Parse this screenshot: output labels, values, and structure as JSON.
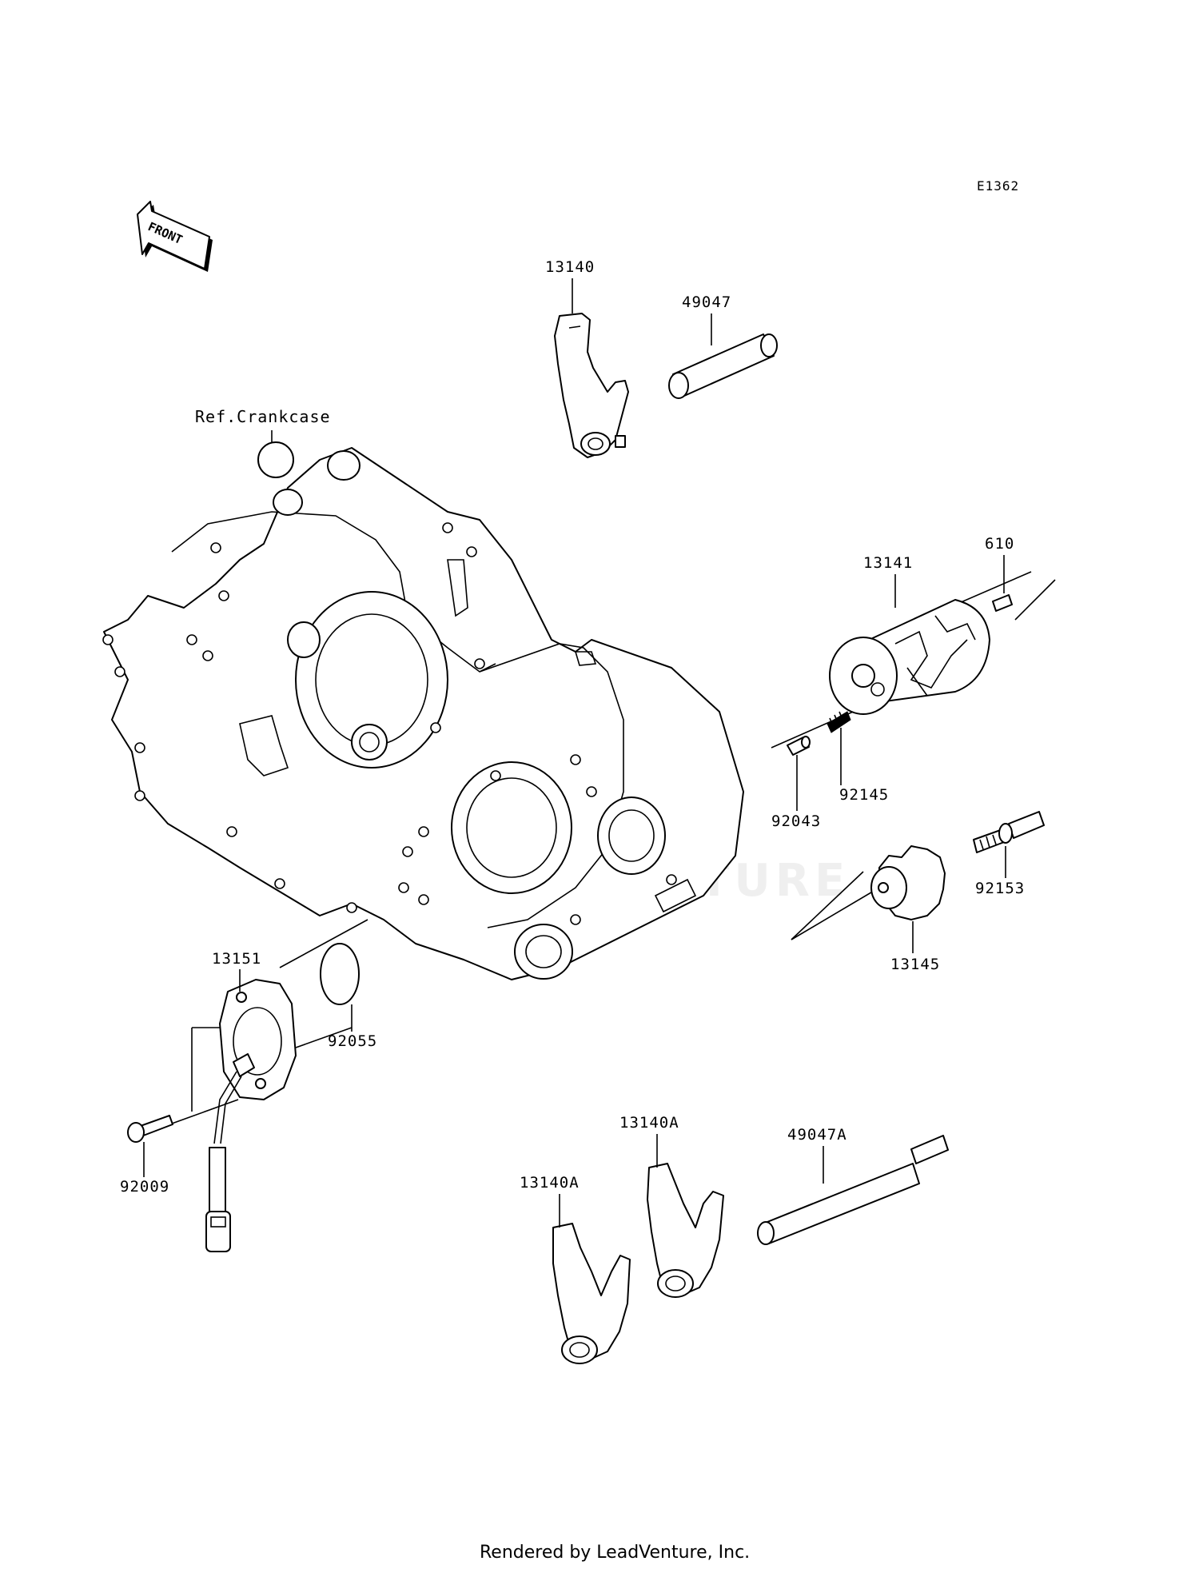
{
  "diagram_code": "E1362",
  "front_label": "FRONT",
  "reference_label": "Ref.Crankcase",
  "watermark": "LEADVENTURE",
  "footer": "Rendered by LeadVenture, Inc.",
  "parts": {
    "p13140": "13140",
    "p49047": "49047",
    "p13141": "13141",
    "p610": "610",
    "p92145": "92145",
    "p92043": "92043",
    "p92153": "92153",
    "p13145": "13145",
    "p13151": "13151",
    "p92055": "92055",
    "p92009": "92009",
    "p13140A_upper": "13140A",
    "p13140A_lower": "13140A",
    "p49047A": "49047A"
  }
}
